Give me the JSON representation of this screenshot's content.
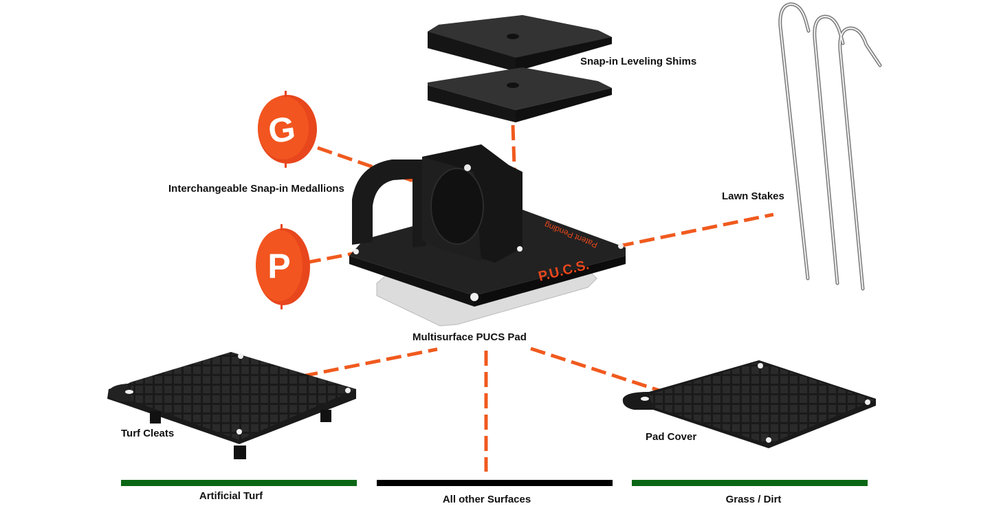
{
  "labels": {
    "shims": "Snap-in Leveling Shims",
    "medallions": "Interchangeable Snap-in Medallions",
    "lawn_stakes": "Lawn Stakes",
    "pad": "Multisurface PUCS Pad",
    "turf_cleats": "Turf Cleats",
    "pad_cover": "Pad Cover"
  },
  "base_markings": {
    "brand": "P.U.C.S.",
    "patent": "Patent Pending"
  },
  "medallion_letters": [
    "G",
    "P"
  ],
  "surfaces": [
    {
      "label": "Artificial Turf",
      "color": "#0a6614"
    },
    {
      "label": "All other Surfaces",
      "color": "#000000"
    },
    {
      "label": "Grass / Dirt",
      "color": "#0a6614"
    }
  ],
  "colors": {
    "accent": "#f05a1e",
    "product_body": "#1c1c1c",
    "pad_base": "#dcdcdc"
  },
  "icons": [
    "leveling-shim-icon",
    "medallion-icon",
    "lawn-stake-icon",
    "pucs-base-icon",
    "turf-cleats-icon",
    "pad-cover-icon"
  ]
}
